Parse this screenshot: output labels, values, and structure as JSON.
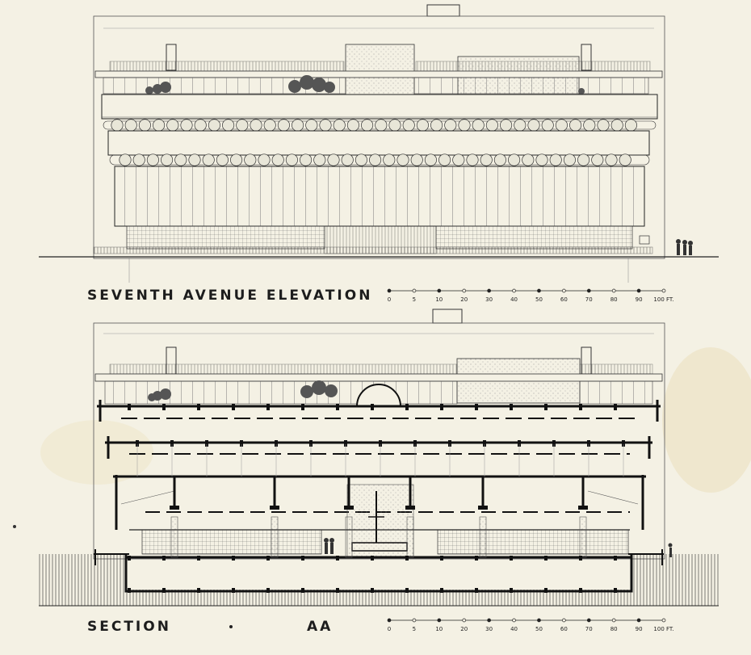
{
  "titles": {
    "elevation": "SEVENTH AVENUE ELEVATION",
    "section_word": "SECTION",
    "section_dot": "•",
    "section_id": "AA"
  },
  "scale_bar": {
    "labels": [
      "0",
      "5",
      "10",
      "20",
      "30",
      "40",
      "50",
      "60",
      "70",
      "80",
      "90",
      "100 FT."
    ]
  },
  "colors": {
    "paper": "#f4f1e4",
    "ink": "#1d1d1d",
    "stain": "#e9dfbf"
  }
}
